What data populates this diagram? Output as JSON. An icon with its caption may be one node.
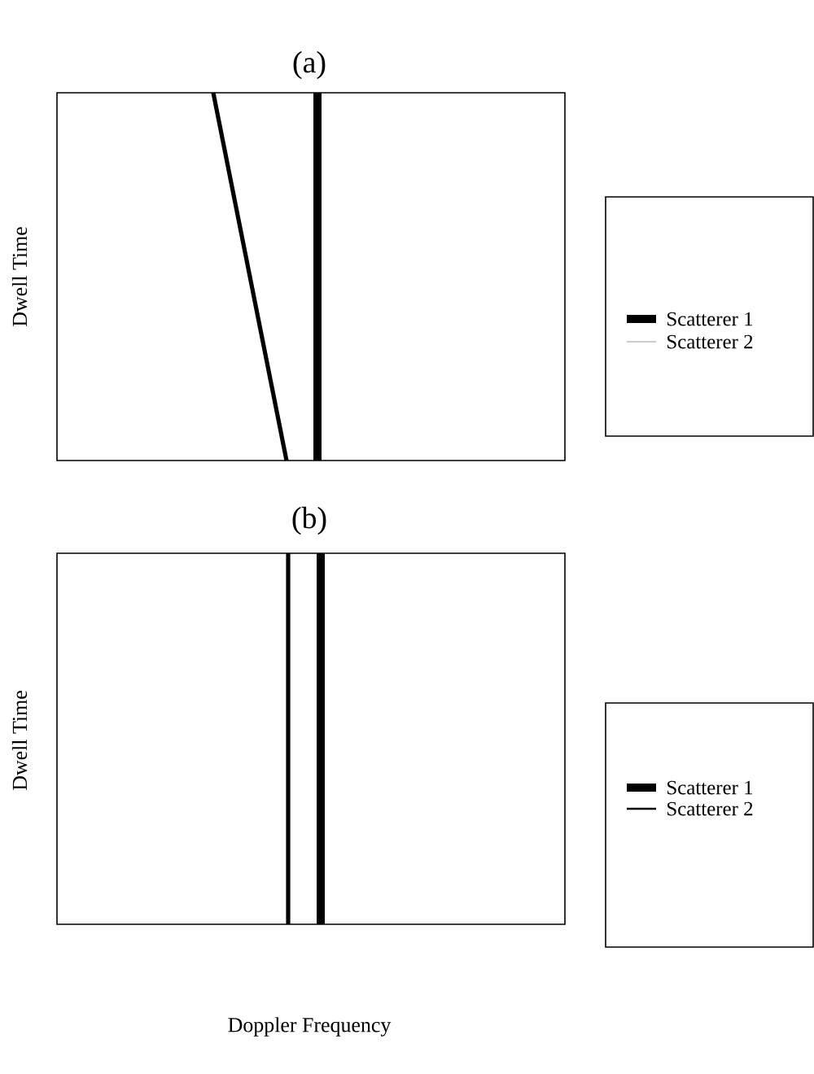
{
  "diagram": {
    "labels": [
      "(a)",
      "Dwell Time",
      "(b)",
      "Dwell Time",
      "Doppler Frequency"
    ],
    "legend": [
      {
        "text": "Scatterer 1"
      },
      {
        "text": "Scatterer 2"
      },
      {
        "text": "Scatterer 1"
      },
      {
        "text": "Scatterer 2"
      }
    ]
  }
}
